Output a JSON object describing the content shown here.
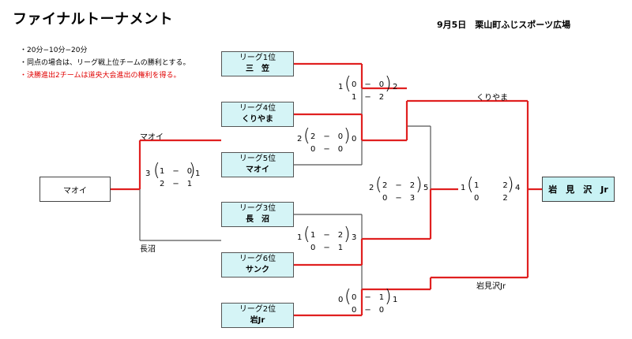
{
  "title": "ファイナルトーナメント",
  "date_venue": "9月5日　栗山町ふじスポーツ広場",
  "notes": [
    "・20分−10分−20分",
    "・同点の場合は、リーグ戦上位チームの勝利とする。",
    "・決勝進出2チームは道央大会進出の権利を得る。"
  ],
  "colors": {
    "win_line": "#e02020",
    "lose_line": "#555555",
    "team_fill": "#d5f4f6",
    "final_fill": "#c8f2f4",
    "note_red": "#e00000"
  },
  "teams": [
    {
      "rank": "リーグ1位",
      "name": "三　笠"
    },
    {
      "rank": "リーグ4位",
      "name": "くりやま"
    },
    {
      "rank": "リーグ5位",
      "name": "マオイ"
    },
    {
      "rank": "リーグ3位",
      "name": "長　沼"
    },
    {
      "rank": "リーグ6位",
      "name": "サンク"
    },
    {
      "rank": "リーグ2位",
      "name": "岩Jr"
    }
  ],
  "playin_winner": "マオイ",
  "champion": "岩　見　沢　Jr",
  "labels": {
    "playin_top": "マオイ",
    "playin_bottom": "長沼",
    "finalist_top": "くりやま",
    "finalist_bottom": "岩見沢Jr"
  },
  "scores": {
    "playin": {
      "left": "3",
      "right": "1",
      "row1": "1　−　0",
      "row2": "2　−　1"
    },
    "m1": {
      "left": "1",
      "right": "2",
      "row1": "0　−　0",
      "row2": "1　−　2"
    },
    "m2": {
      "left": "2",
      "right": "0",
      "row1": "2　−　0",
      "row2": "0　−　0"
    },
    "m3": {
      "left": "1",
      "right": "3",
      "row1": "1　−　2",
      "row2": "0　−　1"
    },
    "m4": {
      "left": "0",
      "right": "1",
      "row1": "0　−　1",
      "row2": "0　−　0"
    },
    "sf": {
      "left": "2",
      "right": "5",
      "row1": "2　−　2",
      "row2": "0　−　3"
    },
    "final": {
      "left": "1",
      "right": "4",
      "row1": "1　　　2",
      "row2": "0　　　2"
    }
  }
}
